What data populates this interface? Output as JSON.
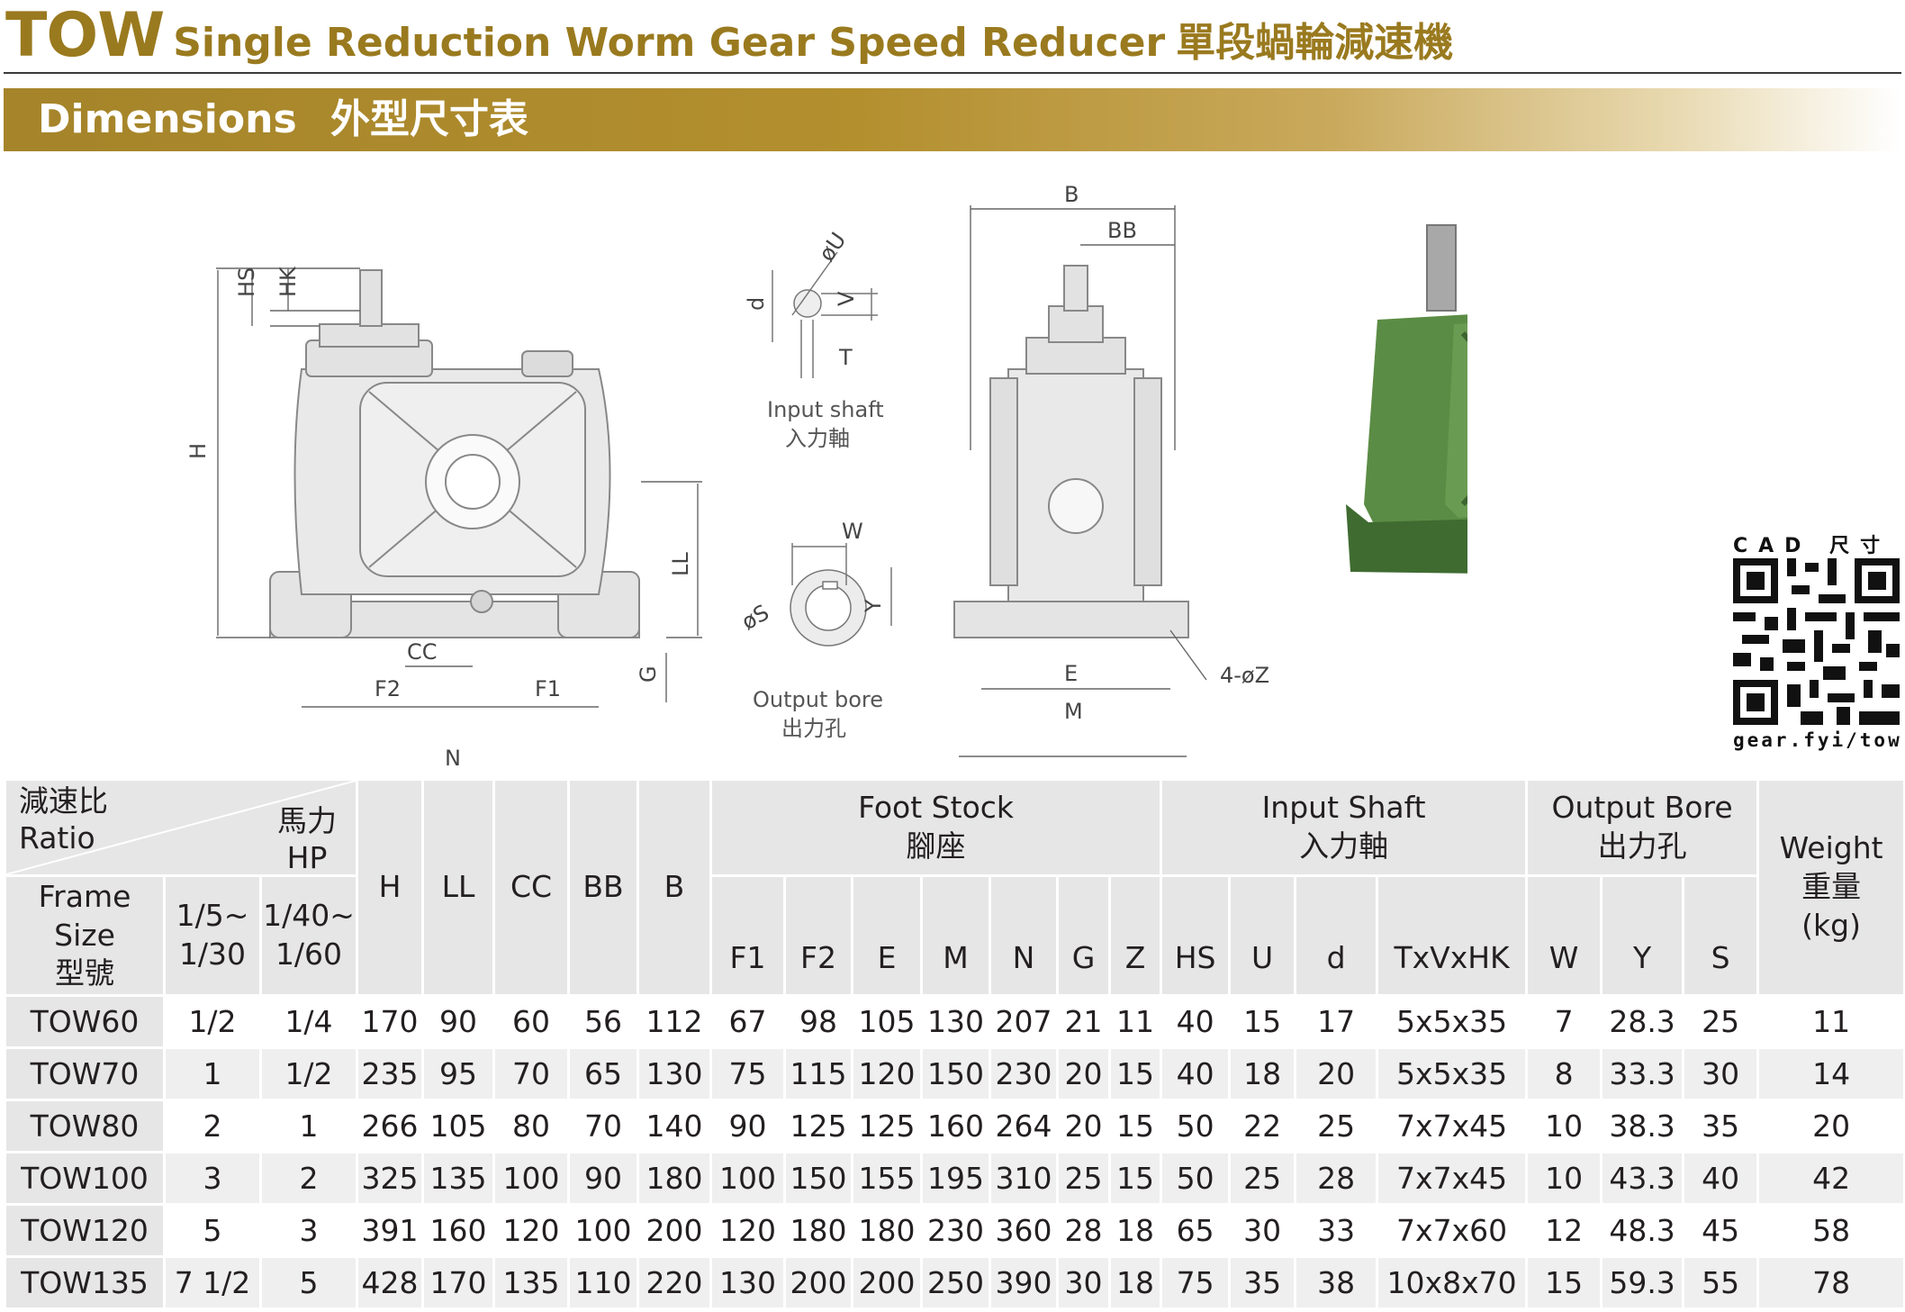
{
  "header": {
    "model": "TOW",
    "title_en": "Single Reduction Worm Gear Speed Reducer",
    "title_zh": "單段蝸輪減速機"
  },
  "section": {
    "en": "Dimensions",
    "zh": "外型尺寸表"
  },
  "drawing_labels": {
    "hs": "HS",
    "hk": "HK",
    "h": "H",
    "ll": "LL",
    "cc": "CC",
    "f2": "F2",
    "f1": "F1",
    "n": "N",
    "g": "G",
    "u": "øU",
    "d": "d",
    "v": "V",
    "t": "T",
    "input_shaft_en": "Input shaft",
    "input_shaft_zh": "入力軸",
    "w": "W",
    "s": "øS",
    "y": "Y",
    "output_bore_en": "Output bore",
    "output_bore_zh": "出力孔",
    "b": "B",
    "bb": "BB",
    "e": "E",
    "m": "M",
    "z": "4-øZ"
  },
  "qr": {
    "header": "CAD 尺寸",
    "url": "gear.fyi/tow"
  },
  "table": {
    "ratio_zh": "減速比",
    "ratio_en": "Ratio",
    "hp_zh": "馬力",
    "hp_en": "HP",
    "frame_1": "Frame",
    "frame_2": "Size",
    "frame_zh": "型號",
    "ratio_a_1": "1/5~",
    "ratio_a_2": "1/30",
    "ratio_b_1": "1/40~",
    "ratio_b_2": "1/60",
    "h": "H",
    "ll": "LL",
    "cc": "CC",
    "bb": "BB",
    "b": "B",
    "foot_en": "Foot Stock",
    "foot_zh": "腳座",
    "f1": "F1",
    "f2": "F2",
    "e": "E",
    "m": "M",
    "n": "N",
    "g": "G",
    "z": "Z",
    "input_en": "Input Shaft",
    "input_zh": "入力軸",
    "hs": "HS",
    "u": "U",
    "d": "d",
    "txvxhk": "TxVxHK",
    "output_en": "Output Bore",
    "output_zh": "出力孔",
    "w": "W",
    "y": "Y",
    "s": "S",
    "weight_en": "Weight",
    "weight_zh": "重量",
    "weight_unit": "(kg)",
    "rows": [
      {
        "frame": "TOW60",
        "hp_a": "1/2",
        "hp_b": "1/4",
        "H": "170",
        "LL": "90",
        "CC": "60",
        "BB": "56",
        "B": "112",
        "F1": "67",
        "F2": "98",
        "E": "105",
        "M": "130",
        "N": "207",
        "G": "21",
        "Z": "11",
        "HS": "40",
        "U": "15",
        "d": "17",
        "TVHK": "5x5x35",
        "W": "7",
        "Y": "28.3",
        "S": "25",
        "kg": "11"
      },
      {
        "frame": "TOW70",
        "hp_a": "1",
        "hp_b": "1/2",
        "H": "235",
        "LL": "95",
        "CC": "70",
        "BB": "65",
        "B": "130",
        "F1": "75",
        "F2": "115",
        "E": "120",
        "M": "150",
        "N": "230",
        "G": "20",
        "Z": "15",
        "HS": "40",
        "U": "18",
        "d": "20",
        "TVHK": "5x5x35",
        "W": "8",
        "Y": "33.3",
        "S": "30",
        "kg": "14"
      },
      {
        "frame": "TOW80",
        "hp_a": "2",
        "hp_b": "1",
        "H": "266",
        "LL": "105",
        "CC": "80",
        "BB": "70",
        "B": "140",
        "F1": "90",
        "F2": "125",
        "E": "125",
        "M": "160",
        "N": "264",
        "G": "20",
        "Z": "15",
        "HS": "50",
        "U": "22",
        "d": "25",
        "TVHK": "7x7x45",
        "W": "10",
        "Y": "38.3",
        "S": "35",
        "kg": "20"
      },
      {
        "frame": "TOW100",
        "hp_a": "3",
        "hp_b": "2",
        "H": "325",
        "LL": "135",
        "CC": "100",
        "BB": "90",
        "B": "180",
        "F1": "100",
        "F2": "150",
        "E": "155",
        "M": "195",
        "N": "310",
        "G": "25",
        "Z": "15",
        "HS": "50",
        "U": "25",
        "d": "28",
        "TVHK": "7x7x45",
        "W": "10",
        "Y": "43.3",
        "S": "40",
        "kg": "42"
      },
      {
        "frame": "TOW120",
        "hp_a": "5",
        "hp_b": "3",
        "H": "391",
        "LL": "160",
        "CC": "120",
        "BB": "100",
        "B": "200",
        "F1": "120",
        "F2": "180",
        "E": "180",
        "M": "230",
        "N": "360",
        "G": "28",
        "Z": "18",
        "HS": "65",
        "U": "30",
        "d": "33",
        "TVHK": "7x7x60",
        "W": "12",
        "Y": "48.3",
        "S": "45",
        "kg": "58"
      },
      {
        "frame": "TOW135",
        "hp_a": "7  1/2",
        "hp_b": "5",
        "H": "428",
        "LL": "170",
        "CC": "135",
        "BB": "110",
        "B": "220",
        "F1": "130",
        "F2": "200",
        "E": "200",
        "M": "250",
        "N": "390",
        "G": "30",
        "Z": "18",
        "HS": "75",
        "U": "35",
        "d": "38",
        "TVHK": "10x8x70",
        "W": "15",
        "Y": "59.3",
        "S": "55",
        "kg": "78"
      }
    ]
  },
  "colors": {
    "gold": "#9a7a1f",
    "bar": "#a5842a",
    "header_gray": "#e6e6e6",
    "reducer_green": "#4f7f3c"
  }
}
